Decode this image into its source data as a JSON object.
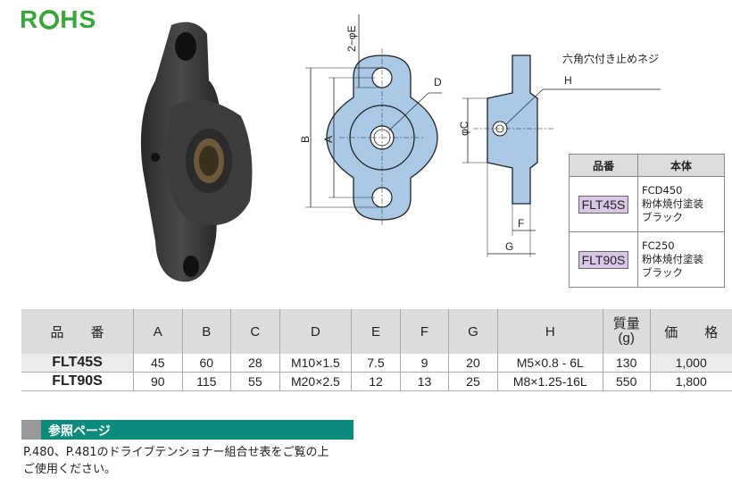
{
  "rohs": {
    "r": "R",
    "hs": "HS"
  },
  "diagram": {
    "labels": {
      "two_phi_e": "2−φE",
      "b": "B",
      "a": "A",
      "d": "D",
      "phi_c": "φC",
      "nut_label": "六角穴付き止めネジ",
      "h": "H",
      "f": "F",
      "g": "G"
    }
  },
  "material_table": {
    "headers": [
      "品番",
      "本体"
    ],
    "rows": [
      {
        "part": "FLT45S",
        "body": [
          "FCD450",
          "粉体焼付塗装",
          "ブラック"
        ]
      },
      {
        "part": "FLT90S",
        "body": [
          "FC250",
          "粉体焼付塗装",
          "ブラック"
        ]
      }
    ]
  },
  "spec_table": {
    "headers": [
      "品　　番",
      "A",
      "B",
      "C",
      "D",
      "E",
      "F",
      "G",
      "H",
      "質量",
      "(g)",
      "価　　格"
    ],
    "rows": [
      {
        "part": "FLT45S",
        "a": "45",
        "b": "60",
        "c": "28",
        "d": "M10×1.5",
        "e": "7.5",
        "f": "9",
        "g": "20",
        "h": "M5×0.8 - 6L",
        "mass": "130",
        "price": "1,000"
      },
      {
        "part": "FLT90S",
        "a": "90",
        "b": "115",
        "c": "55",
        "d": "M20×2.5",
        "e": "12",
        "f": "13",
        "g": "25",
        "h": "M8×1.25-16L",
        "mass": "550",
        "price": "1,800"
      }
    ]
  },
  "reference": {
    "title": "参照ページ",
    "text_line1": "P.480、P.481のドライブテンショナー組合せ表をご覧の上",
    "text_line2": "ご使用ください。"
  },
  "colors": {
    "rohs_green": "#3aa63a",
    "drawing_fill": "#a9c9e6",
    "part_badge": "#d9c6e6",
    "ref_bar": "#0c8a7c"
  }
}
